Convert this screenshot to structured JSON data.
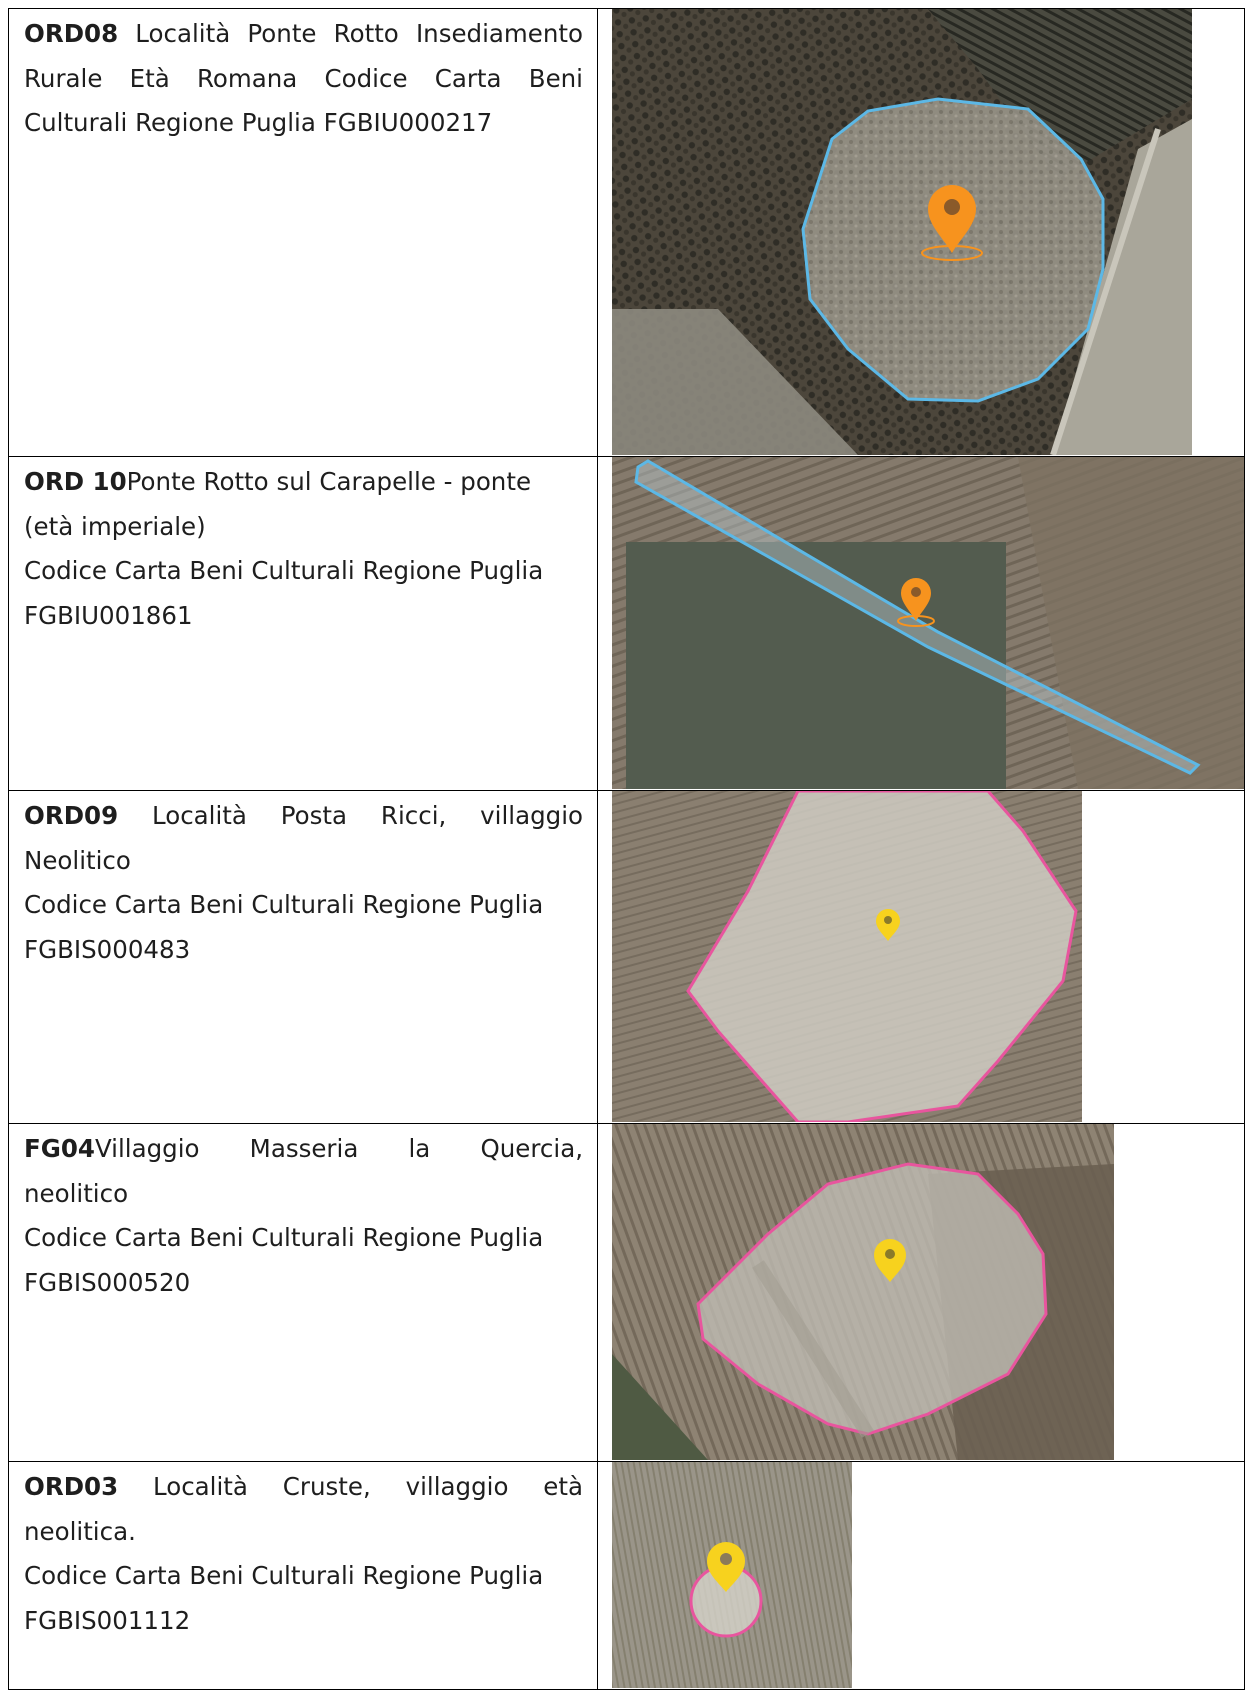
{
  "rows": [
    {
      "code": "ORD08",
      "line1": " Località Ponte Rotto Insediamento",
      "line2": "Rurale Età Romana Codice Carta Beni",
      "line3": "Culturali Regione Puglia FGBIU000217",
      "line4": ""
    },
    {
      "code": "ORD 10",
      "line1": "Ponte Rotto sul Carapelle - ponte",
      "line2": "(età imperiale)",
      "line3": "Codice Carta Beni Culturali Regione Puglia",
      "line4": "FGBIU001861"
    },
    {
      "code": "ORD09",
      "line1": " Località Posta Ricci, villaggio",
      "line2": "Neolitico",
      "line3": "Codice Carta Beni Culturali Regione Puglia",
      "line4": "FGBIS000483"
    },
    {
      "code": "FG04",
      "line1": "Villaggio Masseria la Quercia,",
      "line2": "neolitico",
      "line3": "Codice Carta Beni Culturali Regione Puglia",
      "line4": "FGBIS000520"
    },
    {
      "code": "ORD03",
      "line1": " Località Cruste, villaggio età",
      "line2": "neolitica.",
      "line3": "Codice Carta Beni Culturali Regione Puglia",
      "line4": "FGBIS001112"
    }
  ],
  "colors": {
    "site_outline_blue": "#5cb8e6",
    "site_outline_pink": "#e8559e",
    "marker_orange": "#f7931e",
    "marker_yellow": "#f7d21e",
    "cover_box": "#535c4f"
  },
  "icons": [
    "location-pin-icon"
  ]
}
